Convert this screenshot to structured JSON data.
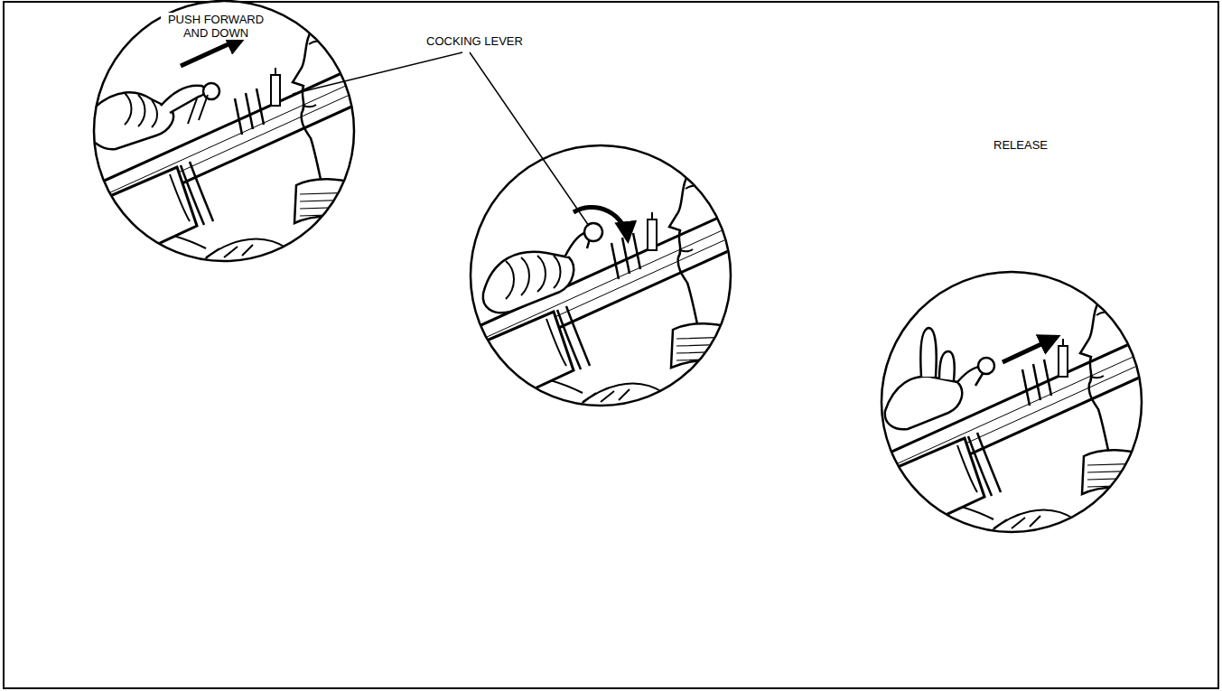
{
  "diagram": {
    "labels": [
      "PUSH FORWARD AND DOWN",
      "COCKING LEVER",
      "RELEASE"
    ]
  }
}
